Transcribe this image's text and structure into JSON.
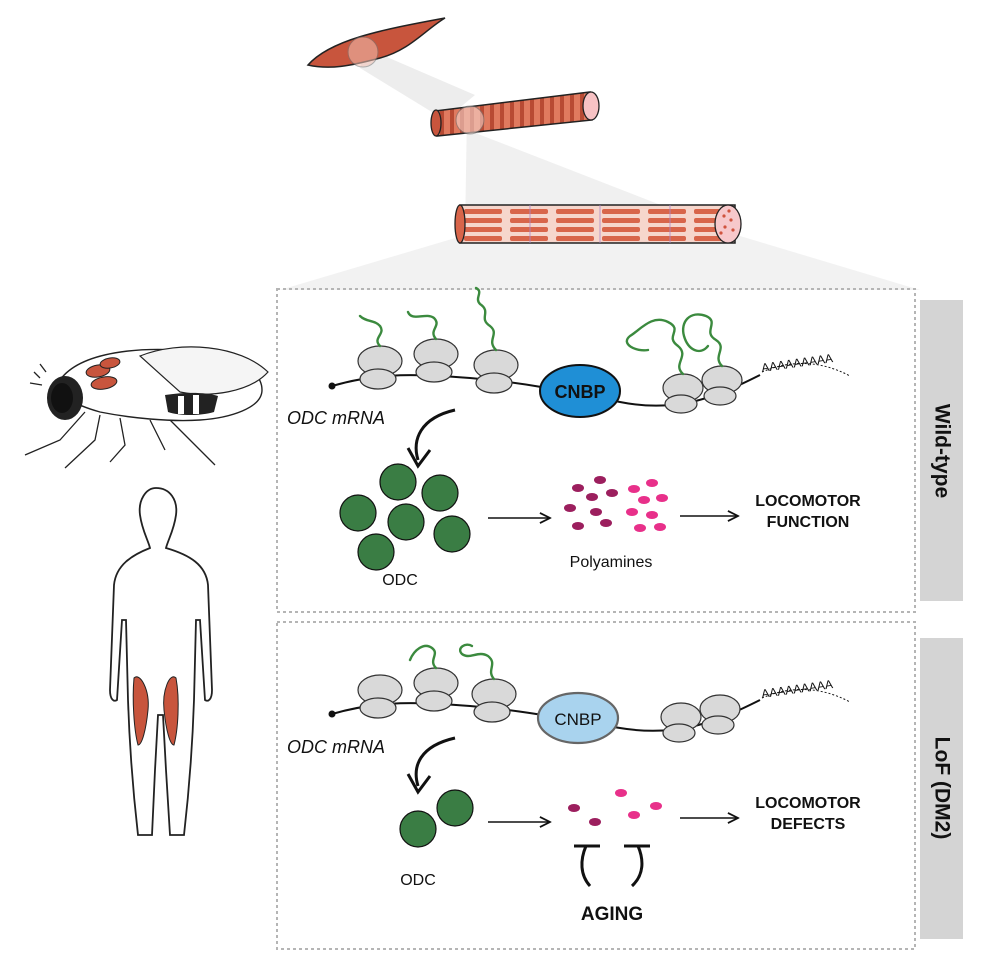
{
  "panels": {
    "wild_type": {
      "side_label": "Wild-type",
      "mrna_label": "ODC mRNA",
      "protein_label": "CNBP",
      "polya_label": "AAAAAAAAA",
      "enzyme_label": "ODC",
      "product_label": "Polyamines",
      "outcome_line1": "LOCOMOTOR",
      "outcome_line2": "FUNCTION"
    },
    "lof": {
      "side_label": "LoF (DM2)",
      "mrna_label": "ODC mRNA",
      "protein_label": "CNBP",
      "polya_label": "AAAAAAAAA",
      "enzyme_label": "ODC",
      "outcome_line1": "LOCOMOTOR",
      "outcome_line2": "DEFECTS",
      "factor_label": "AGING"
    }
  },
  "colors": {
    "muscle": "#c8553d",
    "muscle_light": "#f0a997",
    "odc_green": "#3a7d44",
    "polyamine_dark": "#9c1f5e",
    "polyamine_pink": "#e8308a",
    "cnbp_active": "#1f8fd6",
    "cnbp_reduced": "#a9d3ee",
    "ribosome": "#d9d9d9",
    "peptide": "#3b8a3e",
    "side_bar": "#d4d4d4",
    "panel_border": "#b5b5b5"
  }
}
